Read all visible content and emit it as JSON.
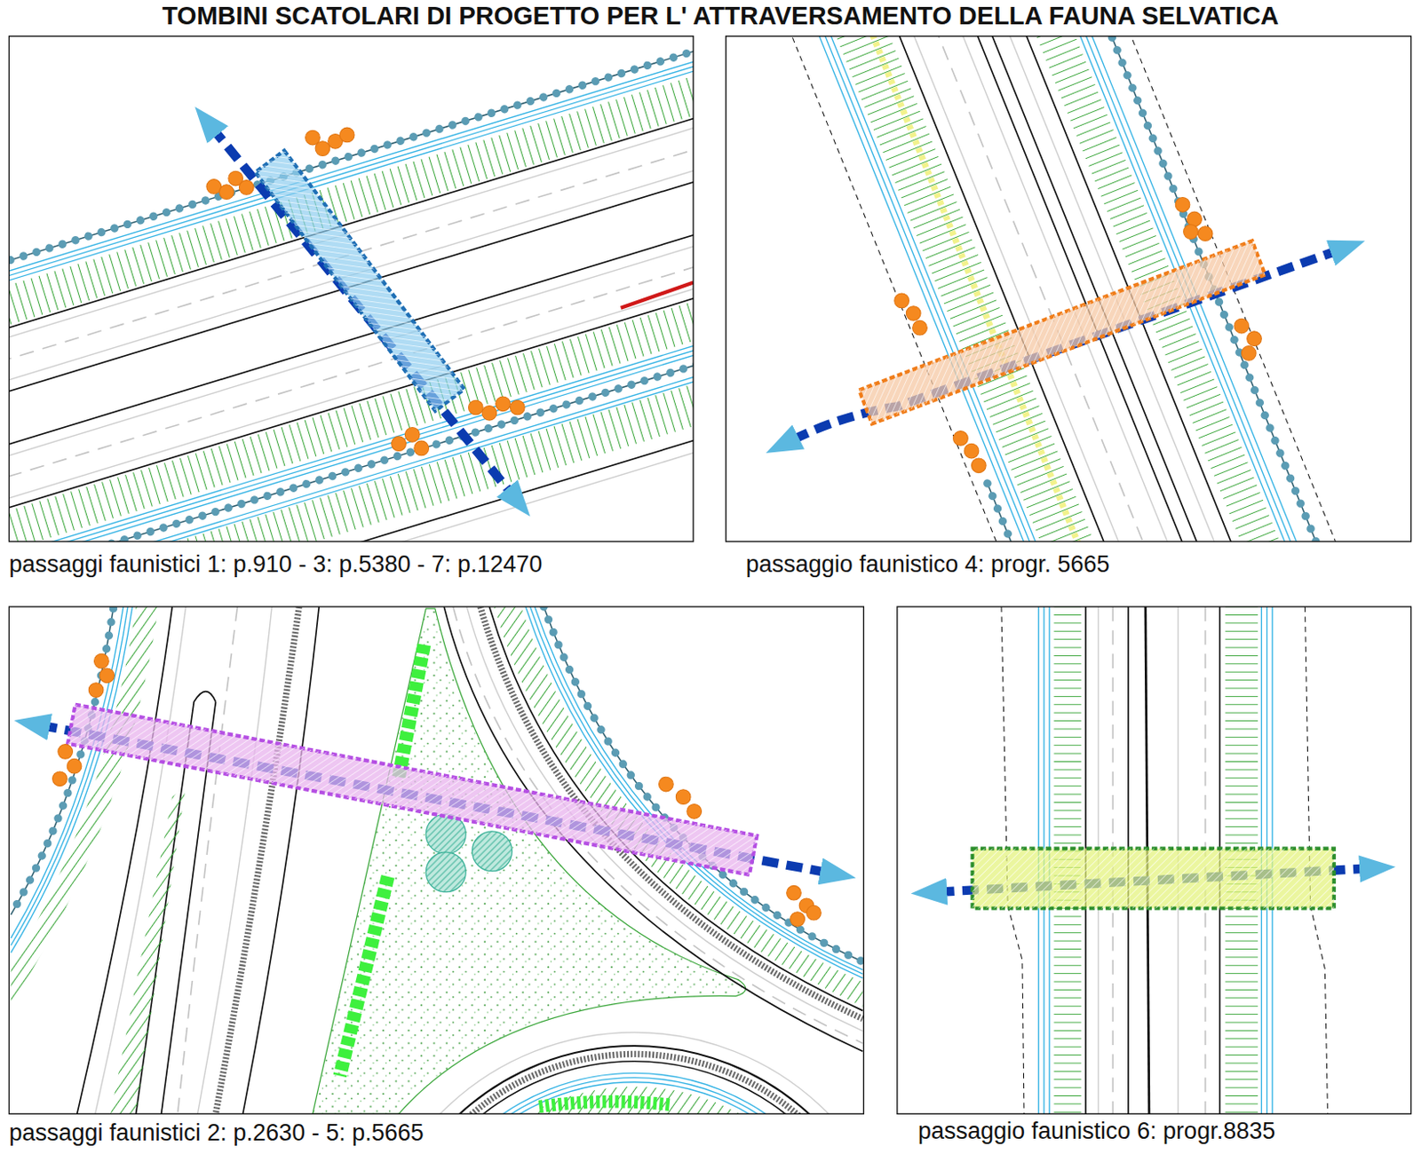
{
  "diagram": {
    "title": "TOMBINI SCATOLARI DI PROGETTO PER L' ATTRAVERSAMENTO DELLA FAUNA SELVATICA",
    "labels": [
      "passaggi faunistici 1: p.910 - 3: p.5380 - 7: p.12470",
      "passaggio faunistico 4: progr. 5665",
      "passaggi faunistici 2: p.2630 - 5: p.5665",
      "passaggio faunistico 6: progr.8835"
    ]
  }
}
